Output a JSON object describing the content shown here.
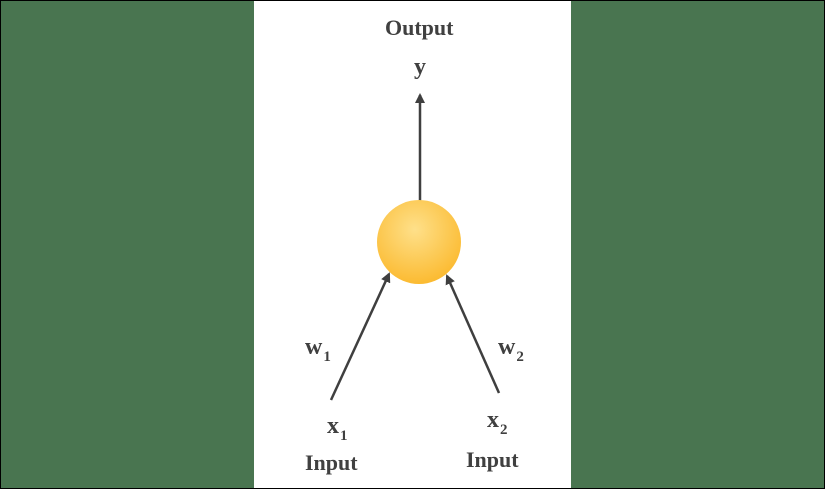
{
  "diagram": {
    "output": {
      "title": "Output",
      "symbol": "y"
    },
    "neuron": {
      "fill_top": "#fee08a",
      "fill_bottom": "#fbb82b"
    },
    "weights": [
      {
        "base": "w",
        "sub": "1"
      },
      {
        "base": "w",
        "sub": "2"
      }
    ],
    "inputs": [
      {
        "base": "x",
        "sub": "1",
        "label": "Input"
      },
      {
        "base": "x",
        "sub": "2",
        "label": "Input"
      }
    ],
    "colors": {
      "background": "#497550",
      "panel": "#ffffff",
      "arrow": "#3f3f3f",
      "text": "#404040"
    }
  }
}
